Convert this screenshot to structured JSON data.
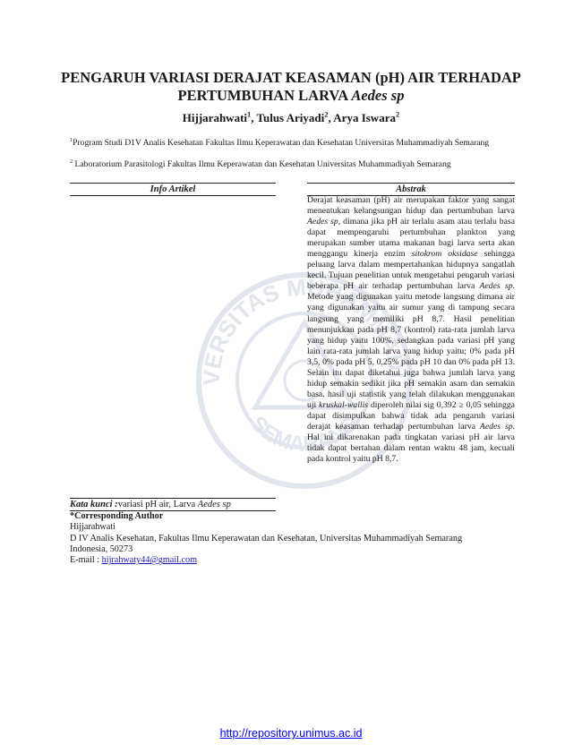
{
  "title_line1": "PENGARUH VARIASI DERAJAT KEASAMAN (pH) AIR TERHADAP",
  "title_line2_main": "PERTUMBUHAN LARVA ",
  "title_line2_italic": "Aedes sp",
  "authors": [
    {
      "name": "Hijjarahwati",
      "sup": "1",
      "sep": ", "
    },
    {
      "name": "Tulus Ariyadi",
      "sup": "2",
      "sep": ", "
    },
    {
      "name": "Arya Iswara",
      "sup": "2",
      "sep": ""
    }
  ],
  "affiliations": [
    {
      "num": "1",
      "text": "Program Studi D1V Analis Kesehatan Fakultas Ilmu Keperawatan dan Kesehatan Universitas Muhammadiyah Semarang"
    },
    {
      "num": "2",
      "text": " Laboratorium Parasitologi Fakultas Ilmu Keperawatan dan Kesehatan Universitas Muhammadiyah Semarang"
    }
  ],
  "info_heading": "Info Artikel",
  "abstract_heading": "Abstrak",
  "abstract": [
    {
      "t": "Derajat keasaman (pH) air merupakan faktor yang sangat menentukan kelangsungan hidup dan pertumbuhan larva "
    },
    {
      "t": "Aedes sp,",
      "i": true
    },
    {
      "t": " dimana jika pH air terlalu asam atau terlalu basa dapat mempengaruhi pertumbuhan plankton yang merupakan sumber utama makanan bagi larva serta akan menggangu kinerja enzim "
    },
    {
      "t": "sitokrom oksidase",
      "i": true
    },
    {
      "t": " sehingga peluang larva dalam mempertahankan hidupnya sangatlah kecil. Tujuan penelitian untuk mengetahui pengaruh variasi beberapa pH air terhadap pertumbuhan larva "
    },
    {
      "t": "Aedes sp.",
      "i": true
    },
    {
      "t": " Metode yang digunakan yaitu metode langsung dimana air yang digunakan yaitu air sumur yang di tampung secara langsung yang memiliki pH 8,7. Hasil penelitian menunjukkan pada pH 8,7 (kontrol) rata-rata jumlah larva yang hidup yaitu 100%, sedangkan pada variasi pH yang lain rata-rata jumlah larva yang hidup yaitu; 0% pada pH 3,5, 0% pada pH 5, 0,25% pada pH 10 dan 0% pada pH 13. Selain itu dapat diketahui juga bahwa jumlah larva yang hidup semakin sedikit jika pH semakin asam dan semakin basa. hasil uji statistik yang telah dilakukan menggunakan uji "
    },
    {
      "t": "kruskal-wallis",
      "i": true
    },
    {
      "t": " diperoleh nilai sig 0,392 ≥ 0,05 sehingga dapat disimpulkan bahwa tidak ada pengaruh variasi derajat keasaman terhadap pertumbuhan larva "
    },
    {
      "t": "Aedes sp.",
      "i": true
    },
    {
      "t": " Hal ini dikarenakan pada tingkatan variasi pH air larva tidak dapat bertahan dalam rentan waktu 48 jam, kecuali pada kontrol yaitu pH 8,7."
    }
  ],
  "keywords_label": "Kata kunci :",
  "keywords_text": "variasi pH air, Larva ",
  "keywords_italic": "Aedes sp",
  "corresponding": {
    "heading": "*Corresponding Author",
    "name": "Hijjarahwati",
    "address1": "D IV Analis Kesehatan, Fakultas Ilmu Keperawatan dan Kesehatan, Universitas Muhammadiyah Semarang",
    "address2": "Indonesia, 50273",
    "email_label": "E-mail : ",
    "email": "hijrahwaty44@gmail.com"
  },
  "watermark_text_top": "UNIVERSITAS MUHAMMADIYAH",
  "watermark_text_bottom": "SEMARANG",
  "footer_url": "http://repository.unimus.ac.id"
}
